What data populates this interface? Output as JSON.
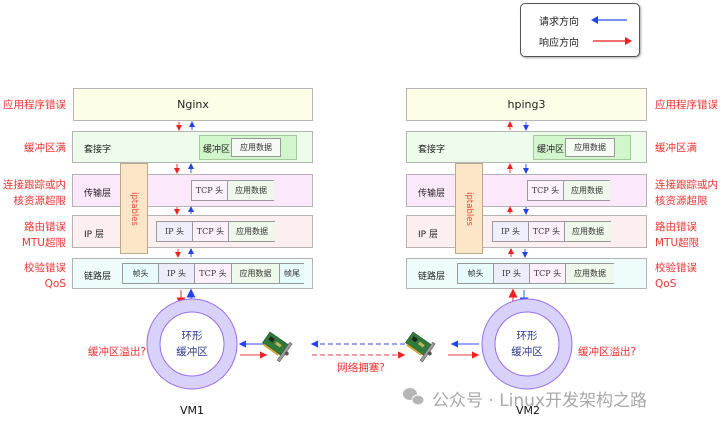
{
  "legend": {
    "request": {
      "label": "请求方向",
      "color": "#3355ee"
    },
    "response": {
      "label": "响应方向",
      "color": "#ee3333"
    }
  },
  "vm1": {
    "app": "Nginx",
    "socket_label": "套接字",
    "buffer_label": "缓冲区",
    "app_data": "应用数据",
    "transport_label": "传输层",
    "ip_label": "IP 层",
    "link_label": "链路层",
    "iptables": "iptables",
    "tcp_header": "TCP 头",
    "ip_header": "IP 头",
    "frame_header": "帧头",
    "frame_tail": "帧尾",
    "ring_line1": "环形",
    "ring_line2": "缓冲区",
    "name": "VM1",
    "overflow": "缓冲区溢出?"
  },
  "vm2": {
    "app": "hping3",
    "socket_label": "套接字",
    "buffer_label": "缓冲区",
    "app_data": "应用数据",
    "transport_label": "传输层",
    "ip_label": "IP 层",
    "link_label": "链路层",
    "iptables": "iptables",
    "tcp_header": "TCP 头",
    "ip_header": "IP 头",
    "frame_header": "帧头",
    "ring_line1": "环形",
    "ring_line2": "缓冲区",
    "name": "VM2",
    "overflow": "缓冲区溢出?"
  },
  "errors": {
    "app": "应用程序错误",
    "buffer": "缓冲区满",
    "transport_line1": "连接跟踪或内",
    "transport_line2": "核资源超限",
    "ip_line1": "路由错误",
    "ip_line2": "MTU超限",
    "link_line1": "校验错误",
    "link_line2": "QoS"
  },
  "network": {
    "congestion": "网络拥塞?"
  },
  "watermark": "公众号 · Linux开发架构之路",
  "colors": {
    "app_layer": "#fdfde8",
    "socket_layer": "#ecfbea",
    "buffer_box": "#d2f6cc",
    "transport_layer": "#fbe9fb",
    "ip_layer": "#fdefef",
    "link_layer": "#eefcfc",
    "ring": "#d8d2fa",
    "ring_border": "#9a6ce8"
  }
}
